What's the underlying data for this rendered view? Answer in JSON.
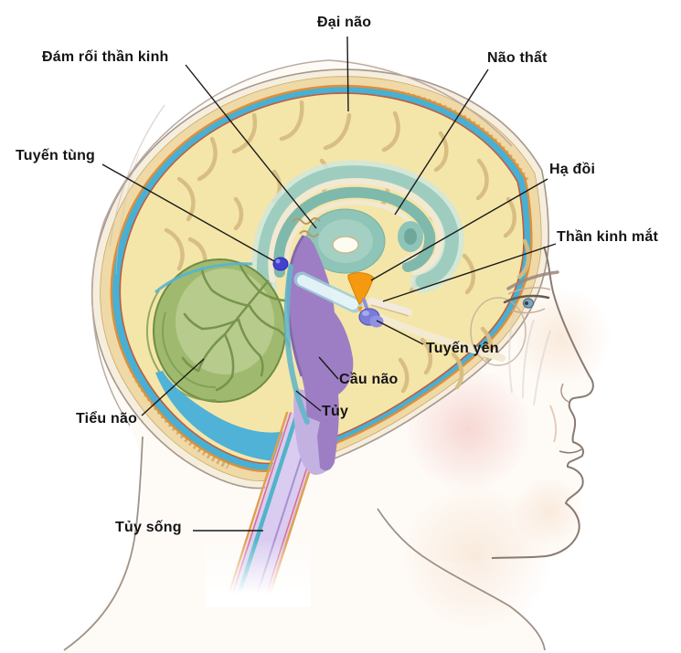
{
  "diagram": {
    "subject": "Sagittal section of the human brain shown inside a head profile",
    "language": "vi",
    "labels": {
      "cerebrum": "Đại não",
      "choroid_plexus": "Đám rối thần kinh",
      "ventricle": "Não thất",
      "pineal_gland": "Tuyến tùng",
      "hypothalamus": "Hạ đồi",
      "optic_nerve": "Thần kinh mắt",
      "pituitary_gland": "Tuyến yên",
      "pons": "Cầu não",
      "medulla": "Tủy",
      "cerebellum": "Tiểu não",
      "spinal_cord": "Tủy sống"
    },
    "colors": {
      "skull_bone": "#EFD9A6",
      "skull_orange_line": "#DE8F3A",
      "csf_blue": "#47B0D4",
      "cerebrum_yellow": "#F4E6A9",
      "sulci_tan": "#D8BC82",
      "ventricle_teal": "#7FB9AC",
      "ventricle_halo": "#9ECDC0",
      "thalamus_teal": "#8FC4B8",
      "cerebellum_green": "#9FBA6E",
      "cerebellum_light": "#B7CB8C",
      "pons_purple": "#9D7EC4",
      "medulla_lavender": "#C3B1E1",
      "spinal_cord_lavender": "#D9CCF0",
      "cord_teal_stripe": "#52B4C8",
      "cord_orange_stripe": "#DFA04F",
      "cord_pink_stripe": "#E06A8A",
      "pineal_blue": "#4242CE",
      "hypothalamus_orange": "#F59A10",
      "pituitary_periwinkle": "#7B7BD8",
      "skin": "#FEFBF7",
      "skin_outline": "#8A7A72",
      "label_text": "#141414"
    }
  }
}
